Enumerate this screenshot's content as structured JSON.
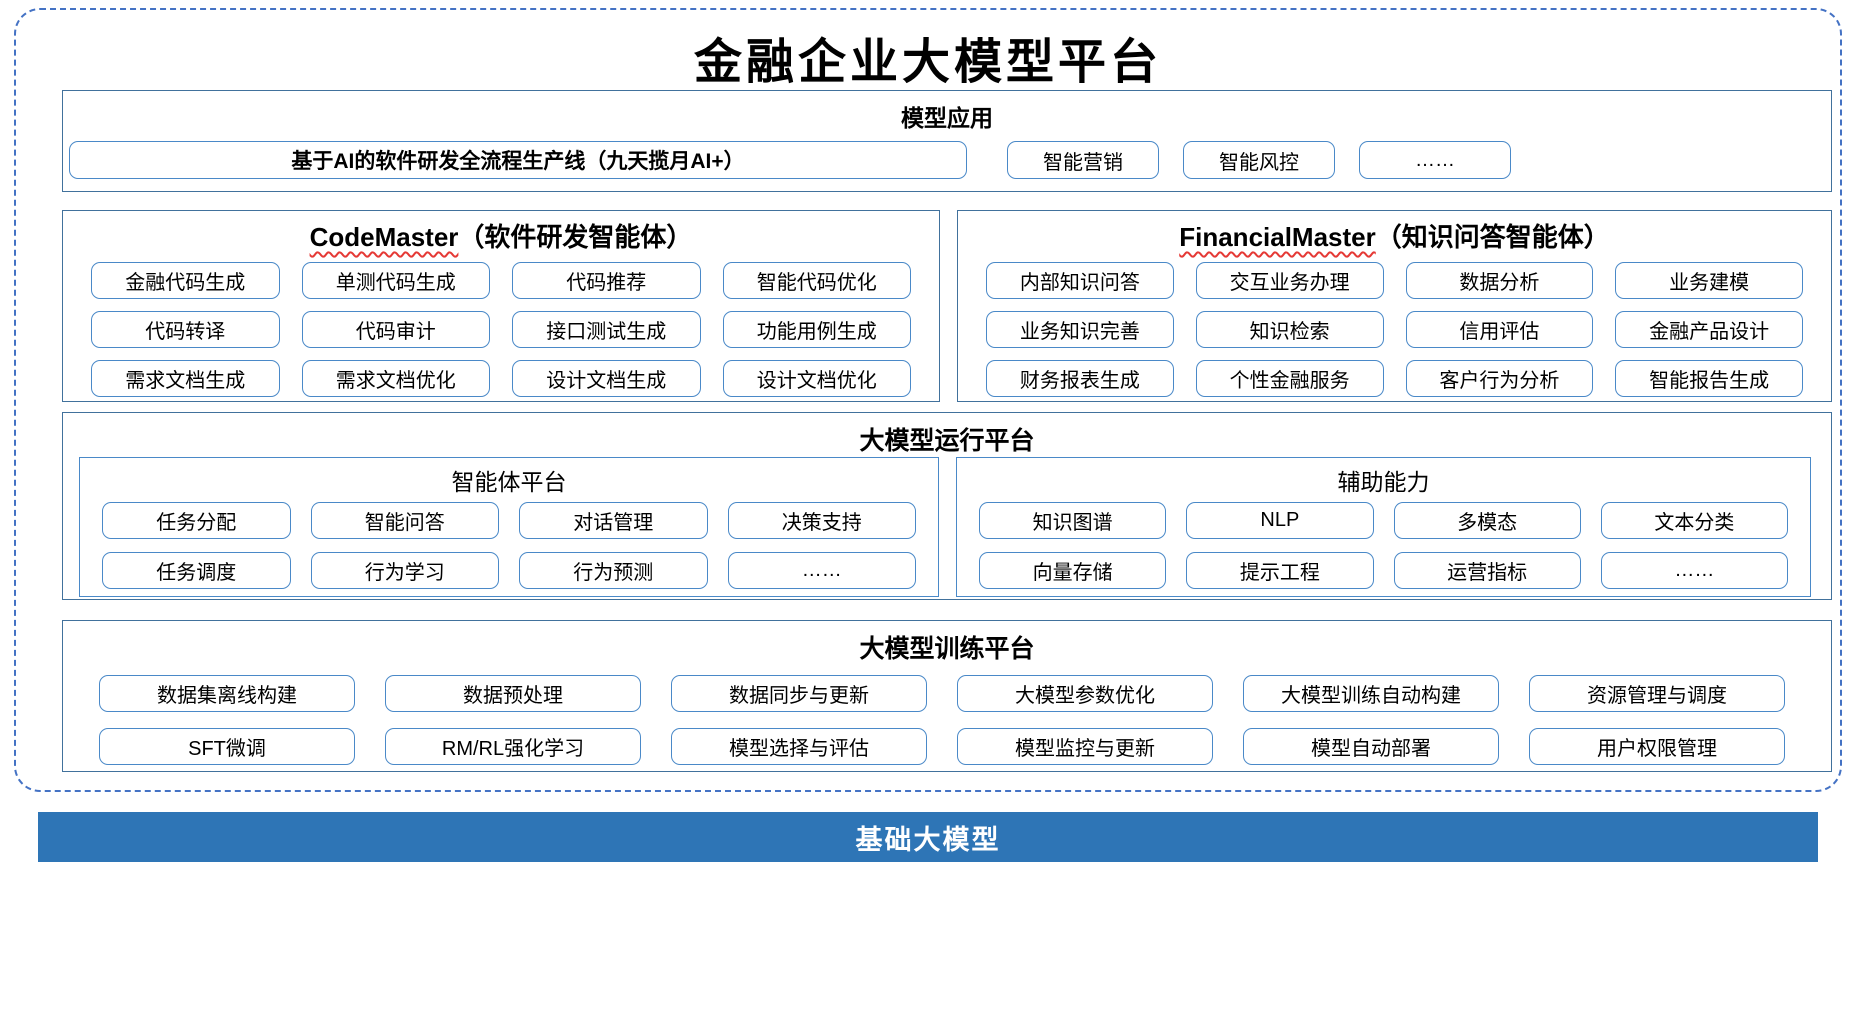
{
  "page": {
    "title": "金融企业大模型平台"
  },
  "colors": {
    "section_border": "#41719C",
    "item_border": "#4A89C8",
    "dashed_border": "#4472C4",
    "base_bar_bg": "#2E75B6",
    "base_bar_text": "#FFFFFF",
    "spellcheck_underline": "#E53935"
  },
  "sections": {
    "model_app": {
      "title": "模型应用",
      "wide_item": "基于AI的软件研发全流程生产线（九天揽月AI+）",
      "items": [
        "智能营销",
        "智能风控",
        "……"
      ]
    },
    "code_master": {
      "title_en": "CodeMaster",
      "title_zh": "（软件研发智能体）",
      "items": [
        "金融代码生成",
        "单测代码生成",
        "代码推荐",
        "智能代码优化",
        "代码转译",
        "代码审计",
        "接口测试生成",
        "功能用例生成",
        "需求文档生成",
        "需求文档优化",
        "设计文档生成",
        "设计文档优化"
      ]
    },
    "financial_master": {
      "title_en": "FinancialMaster",
      "title_zh": "（知识问答智能体）",
      "items": [
        "内部知识问答",
        "交互业务办理",
        "数据分析",
        "业务建模",
        "业务知识完善",
        "知识检索",
        "信用评估",
        "金融产品设计",
        "财务报表生成",
        "个性金融服务",
        "客户行为分析",
        "智能报告生成"
      ]
    },
    "runtime": {
      "title": "大模型运行平台",
      "agent_platform": {
        "title": "智能体平台",
        "items": [
          "任务分配",
          "智能问答",
          "对话管理",
          "决策支持",
          "任务调度",
          "行为学习",
          "行为预测",
          "……"
        ]
      },
      "aux_capability": {
        "title": "辅助能力",
        "items": [
          "知识图谱",
          "NLP",
          "多模态",
          "文本分类",
          "向量存储",
          "提示工程",
          "运营指标",
          "……"
        ]
      }
    },
    "training": {
      "title": "大模型训练平台",
      "items": [
        "数据集离线构建",
        "数据预处理",
        "数据同步与更新",
        "大模型参数优化",
        "大模型训练自动构建",
        "资源管理与调度",
        "SFT微调",
        "RM/RL强化学习",
        "模型选择与评估",
        "模型监控与更新",
        "模型自动部署",
        "用户权限管理"
      ]
    },
    "base_model": {
      "title": "基础大模型"
    }
  }
}
